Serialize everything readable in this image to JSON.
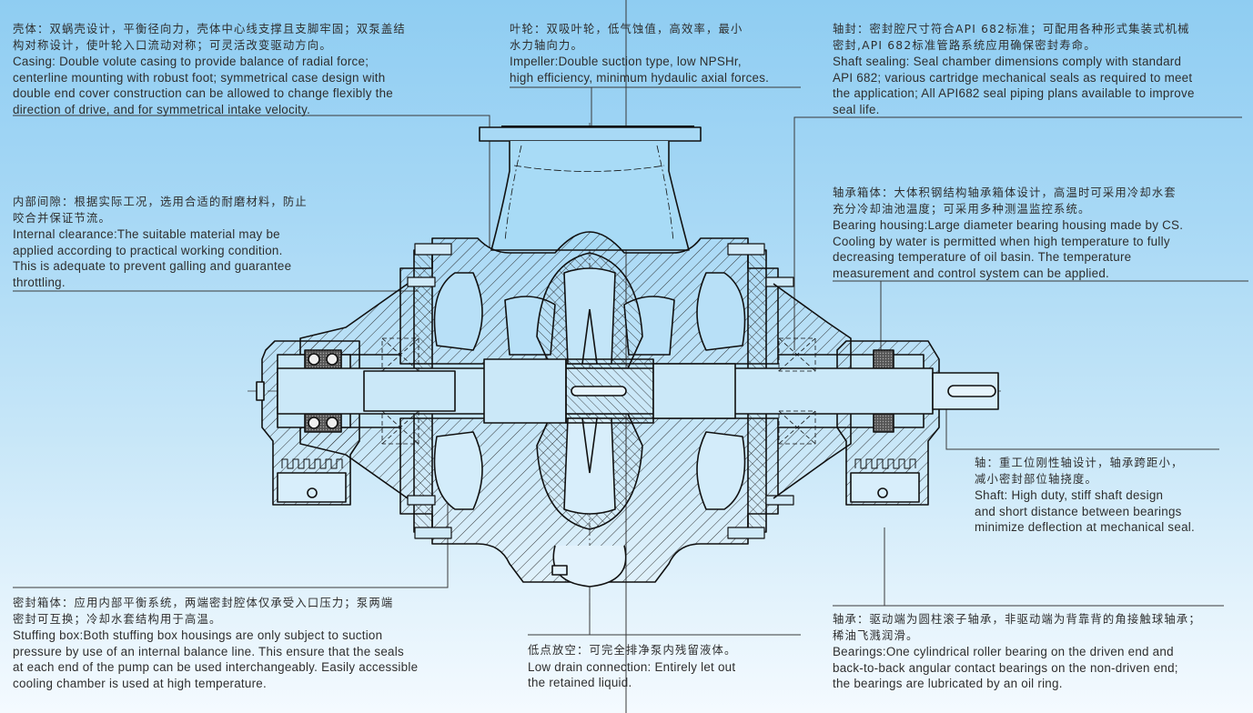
{
  "title": "Double suction pump cross-section with component annotations",
  "annotations": {
    "casing": {
      "cn": [
        "壳体：双蜗壳设计，平衡径向力，壳体中心线支撑且支脚牢固；双泵盖结",
        "构对称设计，使叶轮入口流动对称；可灵活改变驱动方向。"
      ],
      "en": [
        "Casing: Double  volute casing to provide balance of radial  force;",
        "centerline mounting with robust foot; symmetrical case design with",
        "double end cover construction can be allowed to change flexibly the",
        "direction of drive, and for symmetrical intake velocity."
      ]
    },
    "impeller": {
      "cn": [
        "叶轮：双吸叶轮，低气蚀值，高效率，最小",
        "水力轴向力。"
      ],
      "en": [
        "Impeller:Double suction type, low NPSHr,",
        "high efficiency, minimum hydaulic axial forces."
      ]
    },
    "shaft_sealing": {
      "cn": [
        "轴封：密封腔尺寸符合API 682标准；可配用各种形式集装式机械",
        "密封,API 682标准管路系统应用确保密封寿命。"
      ],
      "en": [
        "Shaft sealing: Seal chamber dimensions comply with standard",
        "API 682; various cartridge mechanical seals as required to meet",
        "the application; All API682 seal piping plans available to improve",
        "seal life."
      ]
    },
    "internal_clearance": {
      "cn": [
        "内部间隙：根据实际工况，选用合适的耐磨材料，防止",
        "咬合并保证节流。"
      ],
      "en": [
        "Internal clearance:The suitable material may be",
        "applied according to practical working condition.",
        "This is adequate to prevent galling and guarantee",
        "throttling."
      ]
    },
    "bearing_housing": {
      "cn": [
        "轴承箱体：大体积钢结构轴承箱体设计，高温时可采用冷却水套",
        "充分冷却油池温度；可采用多种测温监控系统。"
      ],
      "en": [
        "Bearing housing:Large diameter bearing housing made by CS.",
        "Cooling by water is permitted when high temperature to fully",
        "decreasing  temperature of oil basin. The temperature",
        "measurement and control system can be applied."
      ]
    },
    "shaft": {
      "cn": [
        "轴：重工位刚性轴设计，轴承跨距小，",
        "减小密封部位轴挠度。"
      ],
      "en": [
        "Shaft: High duty, stiff shaft design",
        "and short distance between bearings",
        "minimize deflection at mechanical seal."
      ]
    },
    "stuffing_box": {
      "cn": [
        "密封箱体：应用内部平衡系统，两端密封腔体仅承受入口压力；泵两端",
        "密封可互换；冷却水套结构用于高温。"
      ],
      "en": [
        "Stuffing box:Both stuffing box housings are only subject to suction",
        "pressure by use of an internal balance line. This ensure that the seals",
        "at each end of the pump can be used interchangeably. Easily accessible",
        "cooling chamber is used at high temperature."
      ]
    },
    "low_drain": {
      "cn": [
        "低点放空：可完全排净泵内残留液体。"
      ],
      "en": [
        "Low drain connection: Entirely let out",
        "the retained liquid."
      ]
    },
    "bearings": {
      "cn": [
        "轴承：驱动端为圆柱滚子轴承，非驱动端为背靠背的角接触球轴承；",
        "稀油飞溅润滑。"
      ],
      "en": [
        "Bearings:One cylindrical roller bearing on the driven end and",
        "back-to-back angular contact bearings on the non-driven end;",
        "the bearings are lubricated by an oil ring."
      ]
    }
  },
  "colors": {
    "line": "#1a1a1a",
    "leader": "#3a3a3a",
    "text": "#2e2e2e",
    "bg_top": "#8fcdf2",
    "bg_bottom": "#f4faff"
  }
}
